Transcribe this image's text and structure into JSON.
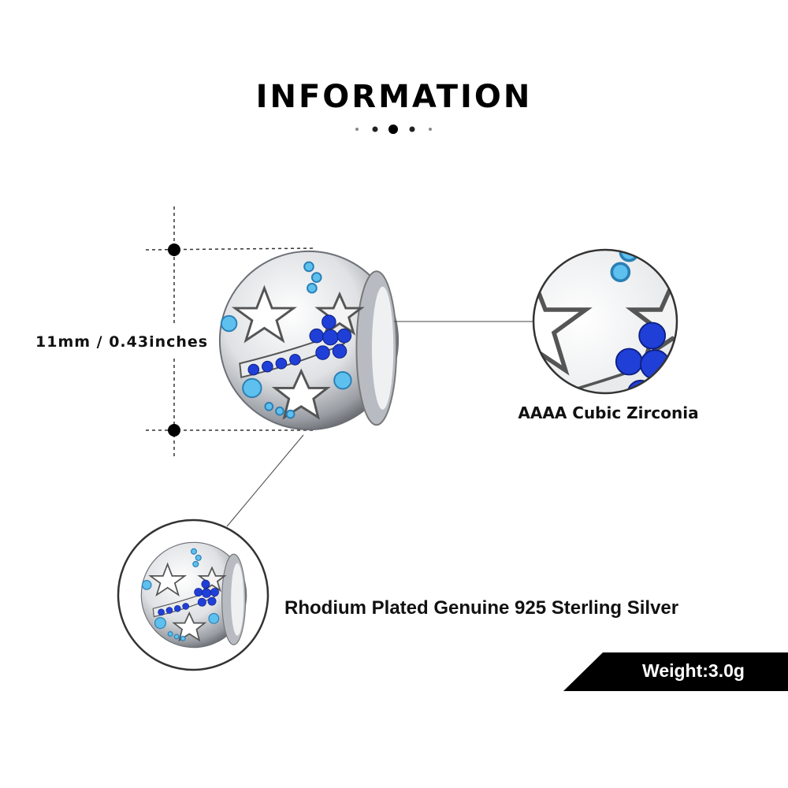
{
  "header": {
    "title": "INFORMATION"
  },
  "dimensions": {
    "label": "11mm / 0.43inches"
  },
  "features": {
    "stone": "AAAA Cubic Zirconia",
    "material": "Rhodium Plated Genuine 925 Sterling Silver"
  },
  "weight": {
    "label": "Weight:3.0g"
  },
  "colors": {
    "dark_blue": "#1f3fd6",
    "light_blue": "#4fb6e8",
    "silver": "#c9ccd1",
    "badge": "#000000"
  }
}
